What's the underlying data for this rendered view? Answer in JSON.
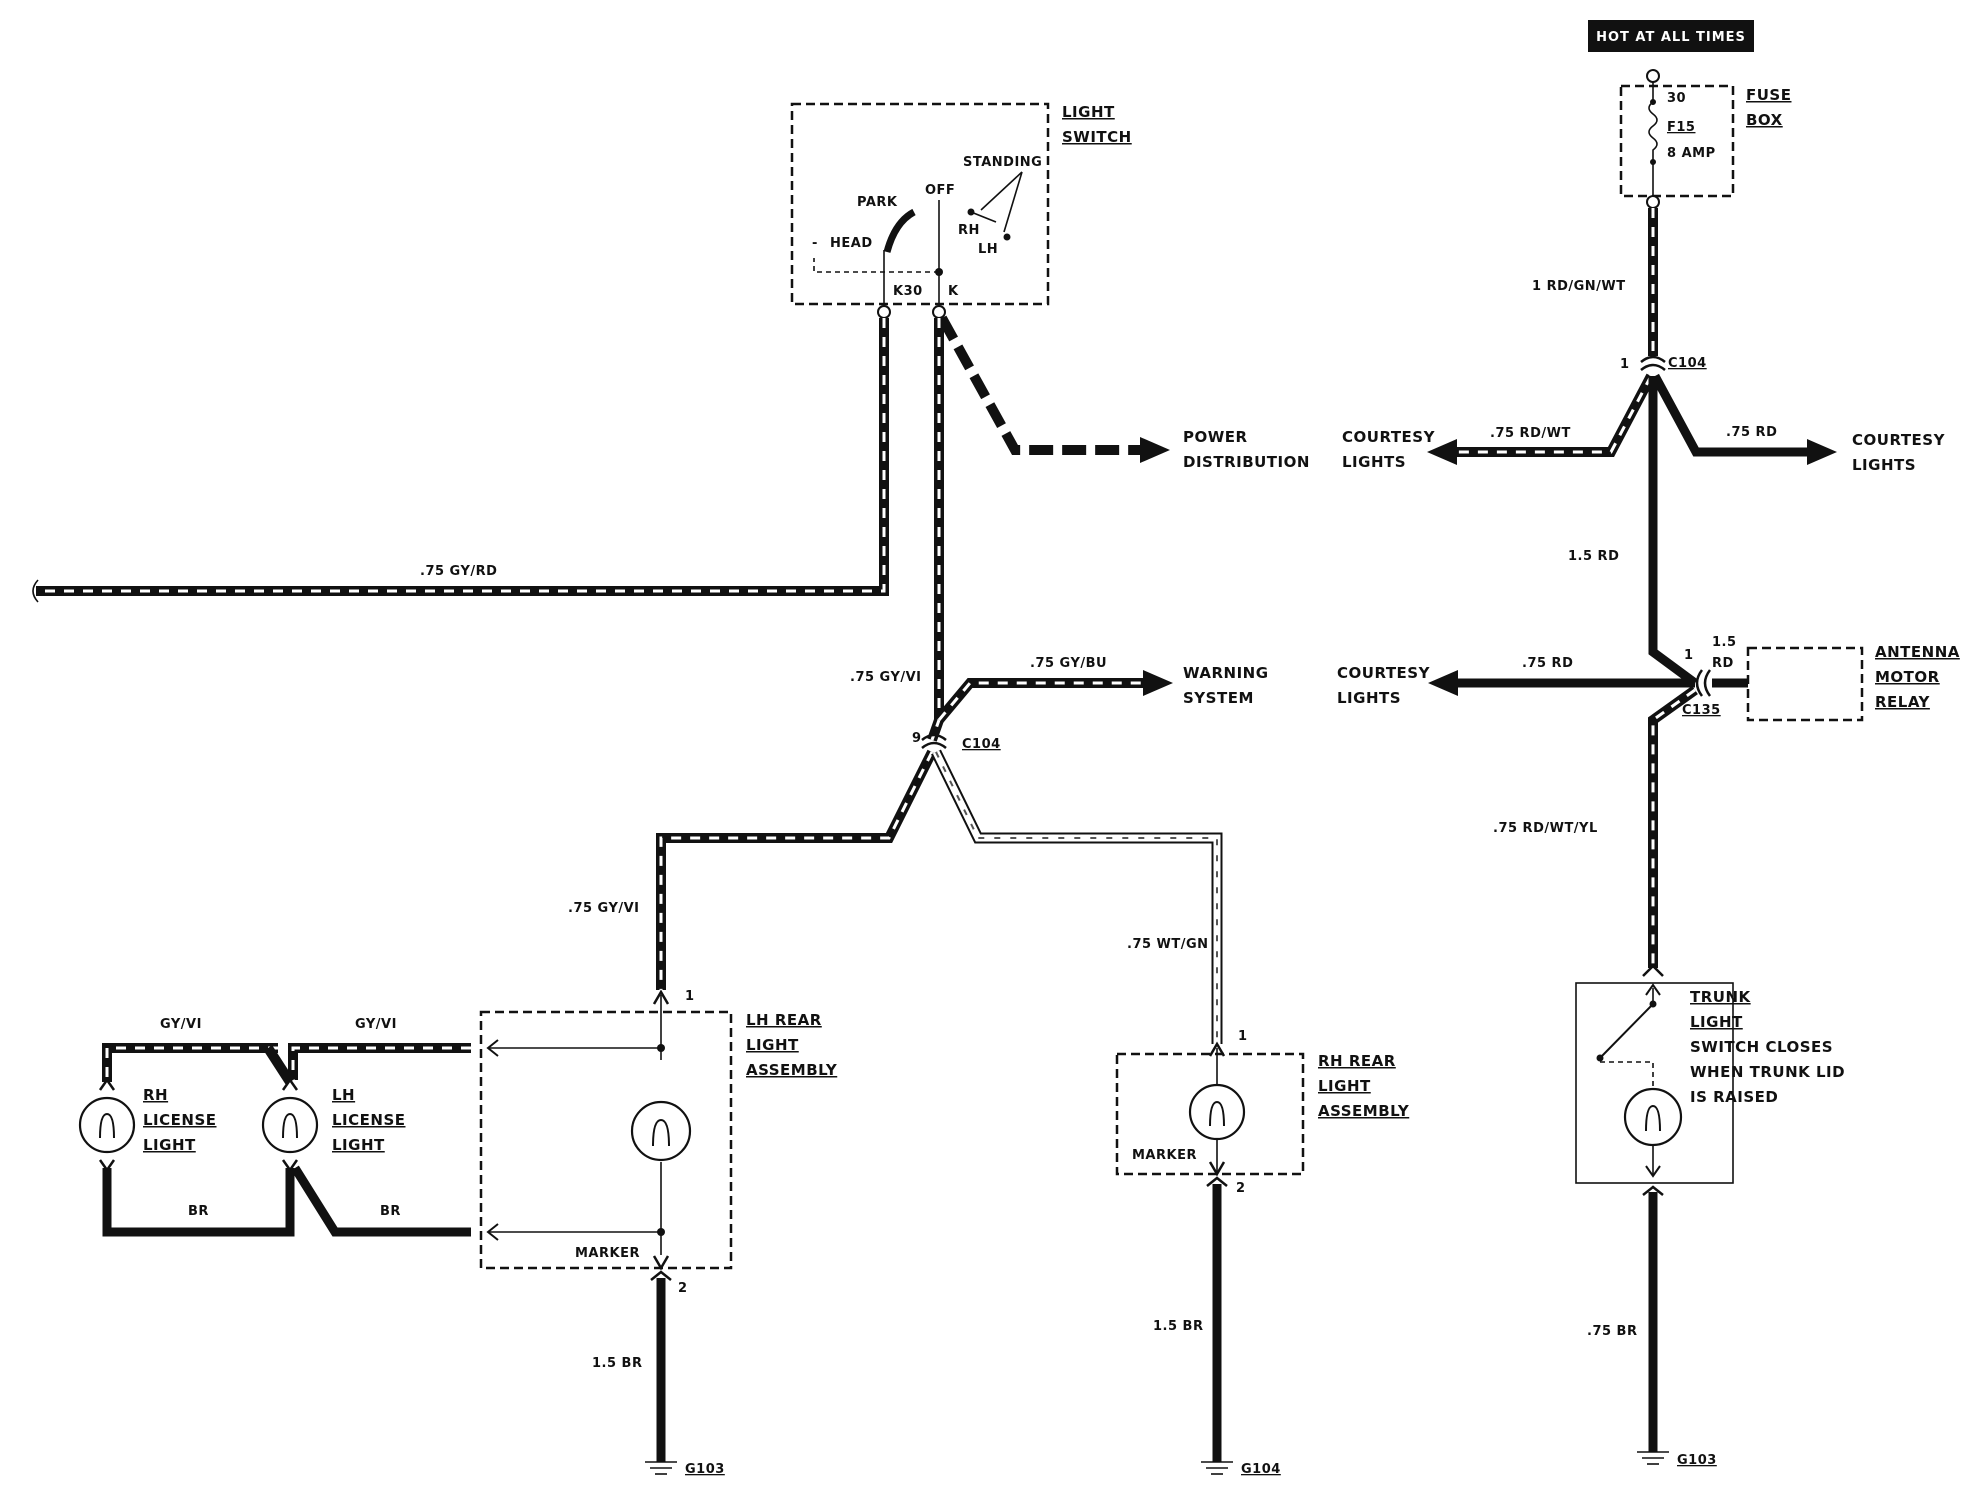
{
  "header": {
    "hot_label": "HOT AT ALL TIMES"
  },
  "fuse_box": {
    "label_line1": "FUSE",
    "label_line2": "BOX",
    "terminal": "30",
    "fuse_name": "F15",
    "fuse_rating": "8 AMP"
  },
  "light_switch": {
    "label_line1": "LIGHT",
    "label_line2": "SWITCH",
    "pos_standing": "STANDING",
    "pos_park": "PARK",
    "pos_off": "OFF",
    "pos_head": "HEAD",
    "pos_rh": "RH",
    "pos_lh": "LH",
    "term_k30": "K30",
    "term_k": "K",
    "head_dash": "-"
  },
  "destinations": {
    "power_distribution_line1": "POWER",
    "power_distribution_line2": "DISTRIBUTION",
    "warning_line1": "WARNING",
    "warning_line2": "SYSTEM",
    "courtesy_left_line1": "COURTESY",
    "courtesy_left_line2": "LIGHTS",
    "courtesy_right_line1": "COURTESY",
    "courtesy_right_line2": "LIGHTS",
    "courtesy_mid_line1": "COURTESY",
    "courtesy_mid_line2": "LIGHTS"
  },
  "wires": {
    "gy_rd": ".75 GY/RD",
    "gy_vi_upper": ".75 GY/VI",
    "gy_bu": ".75 GY/BU",
    "gy_vi_lower": ".75 GY/VI",
    "wt_gn": ".75 WT/GN",
    "lic_gy_vi_1": "GY/VI",
    "lic_gy_vi_2": "GY/VI",
    "lic_br_1": "BR",
    "lic_br_2": "BR",
    "lh_ground": "1.5 BR",
    "rh_ground": "1.5 BR",
    "rd_gn_wt": "1 RD/GN/WT",
    "rd_wt": ".75 RD/WT",
    "rd_right": ".75 RD",
    "rd_15": "1.5 RD",
    "rd_mid": ".75 RD",
    "antenna_rd_line1": "1.5",
    "antenna_rd_line2": "RD",
    "rd_wt_yl": ".75 RD/WT/YL",
    "trunk_ground": ".75 BR"
  },
  "connectors": {
    "c104_left": "C104",
    "c104_left_pin": "9",
    "c104_right": "C104",
    "c104_right_pin": "1",
    "c135": "C135",
    "c135_pin": "1"
  },
  "components": {
    "lh_rear_line1": "LH REAR",
    "lh_rear_line2": "LIGHT",
    "lh_rear_line3": "ASSEMBLY",
    "lh_marker": "MARKER",
    "lh_pin1": "1",
    "lh_pin2": "2",
    "rh_rear_line1": "RH REAR",
    "rh_rear_line2": "LIGHT",
    "rh_rear_line3": "ASSEMBLY",
    "rh_marker": "MARKER",
    "rh_pin1": "1",
    "rh_pin2": "2",
    "rh_license_line1": "RH",
    "rh_license_line2": "LICENSE",
    "rh_license_line3": "LIGHT",
    "lh_license_line1": "LH",
    "lh_license_line2": "LICENSE",
    "lh_license_line3": "LIGHT",
    "antenna_line1": "ANTENNA",
    "antenna_line2": "MOTOR",
    "antenna_line3": "RELAY",
    "trunk_line1": "TRUNK",
    "trunk_line2": "LIGHT",
    "trunk_line3": "SWITCH CLOSES",
    "trunk_line4": "WHEN TRUNK LID",
    "trunk_line5": "IS RAISED"
  },
  "grounds": {
    "g103_left": "G103",
    "g104": "G104",
    "g103_right": "G103"
  }
}
